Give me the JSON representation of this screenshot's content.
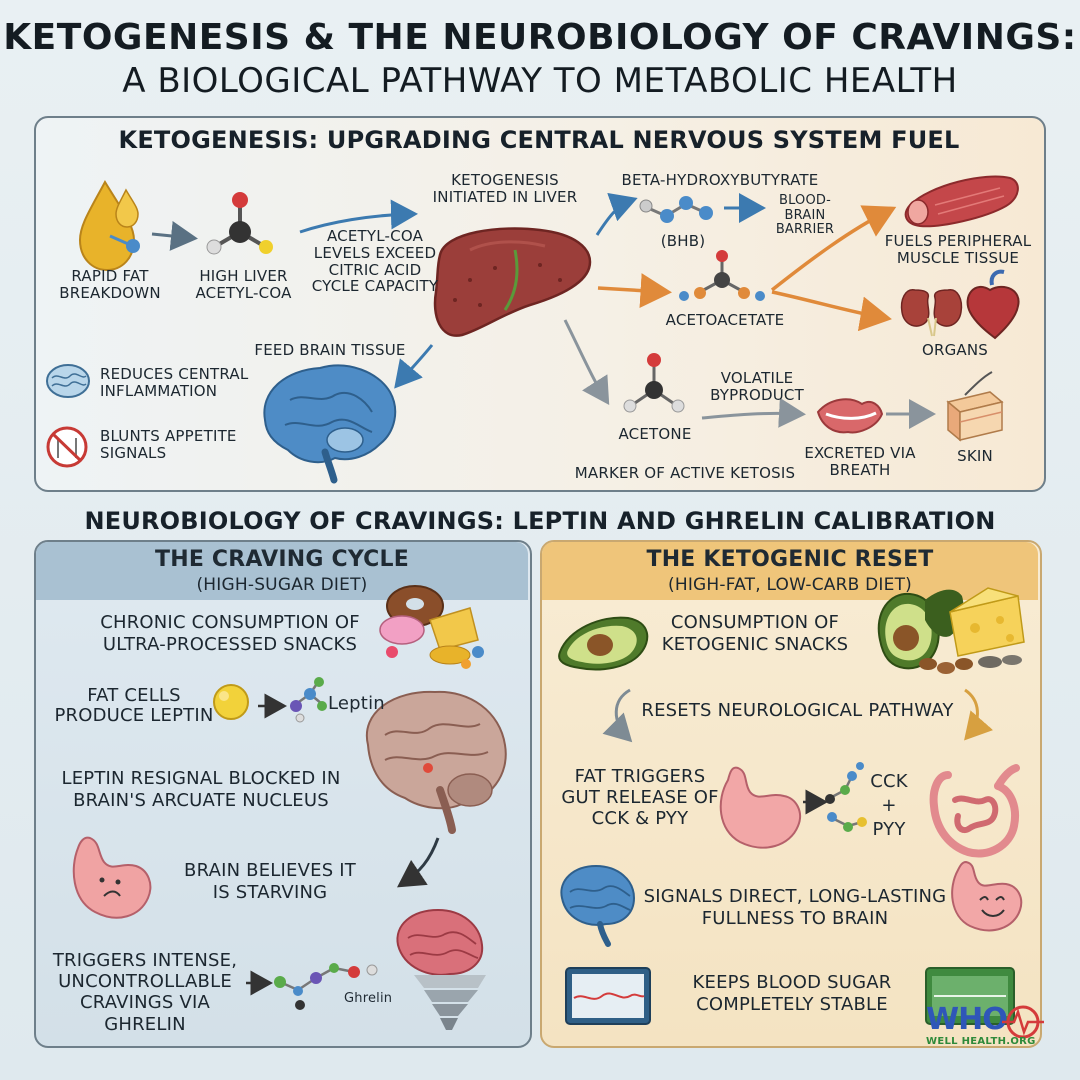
{
  "title": {
    "line1": "KETOGENESIS & THE NEUROBIOLOGY OF CRAVINGS:",
    "line2": "A BIOLOGICAL PATHWAY TO METABOLIC HEALTH"
  },
  "top_section": {
    "heading": "KETOGENESIS: UPGRADING CENTRAL NERVOUS SYSTEM FUEL",
    "rapid_fat": "RAPID FAT BREAKDOWN",
    "high_liver": "HIGH LIVER ACETYL-CoA",
    "acetyl_note": "ACETYL-CoA LEVELS EXCEED CITRIC ACID CYCLE CAPACITY",
    "ketogenesis_initiated": "KETOGENESIS INITIATED IN LIVER",
    "bhb_title": "BETA-HYDROXYBUTYRATE",
    "bhb_abbr": "(BHB)",
    "blood_brain": "BLOOD-BRAIN BARRIER",
    "fuels_muscle": "FUELS PERIPHERAL MUSCLE TISSUE",
    "acetoacetate": "ACETOACETATE",
    "organs": "ORGANS",
    "feed_brain": "FEED BRAIN TISSUE",
    "reduces_inflammation": "REDUCES CENTRAL INFLAMMATION",
    "blunts_appetite": "BLUNTS APPETITE SIGNALS",
    "acetone": "ACETONE",
    "volatile": "VOLATILE BYPRODUCT",
    "marker": "MARKER OF ACTIVE KETOSIS",
    "excreted": "EXCRETED VIA BREATH",
    "skin": "SKIN"
  },
  "bottom_section": {
    "heading": "NEUROBIOLOGY OF CRAVINGS: LEPTIN AND GHRELIN CALIBRATION",
    "left": {
      "title": "THE CRAVING CYCLE",
      "subtitle": "(HIGH-SUGAR DIET)",
      "chronic": "CHRONIC CONSUMPTION OF ULTRA-PROCESSED SNACKS",
      "fat_cells": "FAT CELLS PRODUCE LEPTIN",
      "leptin_label": "Leptin",
      "resignal": "LEPTIN RESIGNAL BLOCKED IN BRAIN'S ARCUATE NUCLEUS",
      "starving": "BRAIN BELIEVES IT IS STARVING",
      "triggers": "TRIGGERS INTENSE, UNCONTROLLABLE CRAVINGS VIA GHRELIN",
      "ghrelin_label": "Ghrelin"
    },
    "right": {
      "title": "THE KETOGENIC RESET",
      "subtitle": "(HIGH-FAT, LOW-CARB DIET)",
      "consumption": "CONSUMPTION OF KETOGENIC SNACKS",
      "resets": "RESETS NEUROLOGICAL PATHWAY",
      "fat_triggers": "FAT TRIGGERS GUT RELEASE OF CCK & PYY",
      "cck": "CCK",
      "plus": "+",
      "pyy": "PYY",
      "signals": "SIGNALS DIRECT, LONG-LASTING FULLNESS TO BRAIN",
      "keeps": "KEEPS BLOOD SUGAR COMPLETELY STABLE"
    }
  },
  "logo": {
    "mark": "WHO",
    "text": "WELL HEALTH.ORG"
  }
}
